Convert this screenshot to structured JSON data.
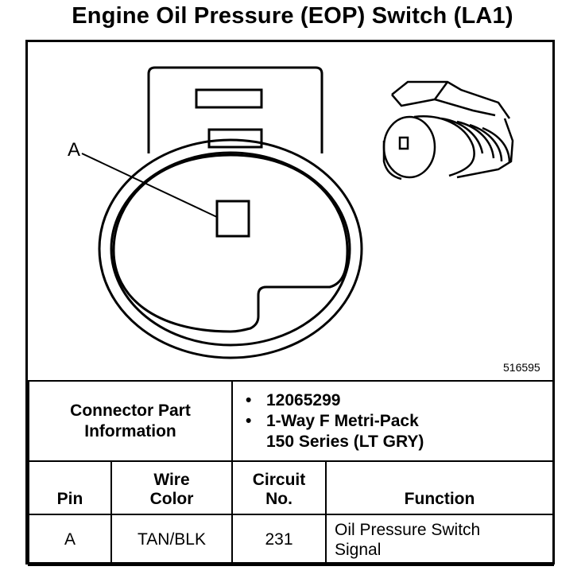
{
  "title": "Engine Oil Pressure (EOP) Switch (LA1)",
  "diagram": {
    "pin_label": "A",
    "figure_id": "516595",
    "left_view": "connector-face-icon",
    "right_view": "connector-housing-icon"
  },
  "connector_info": {
    "label_line1": "Connector Part",
    "label_line2": "Information",
    "parts": [
      "12065299",
      "1-Way F Metri-Pack",
      "150 Series (LT GRY)"
    ]
  },
  "pin_table": {
    "headers": {
      "pin": "Pin",
      "wire_line1": "Wire",
      "wire_line2": "Color",
      "circuit_line1": "Circuit",
      "circuit_line2": "No.",
      "function": "Function"
    },
    "rows": [
      {
        "pin": "A",
        "wire_color": "TAN/BLK",
        "circuit": "231",
        "function_line1": "Oil Pressure Switch",
        "function_line2": "Signal"
      }
    ]
  }
}
